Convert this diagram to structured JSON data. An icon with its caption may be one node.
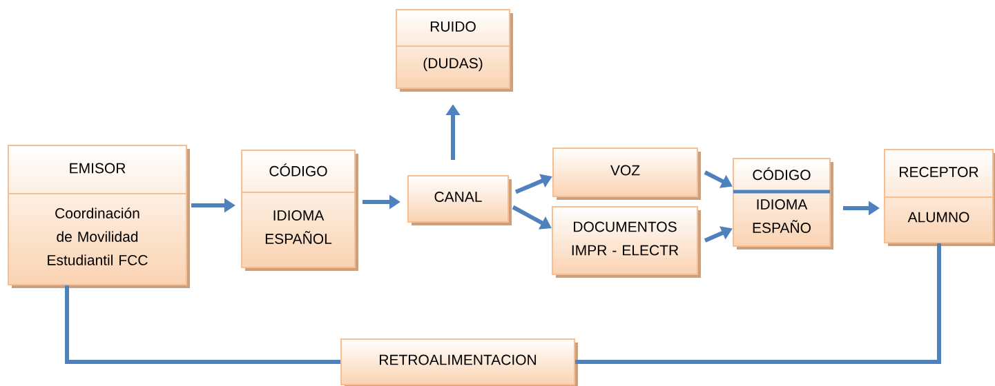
{
  "diagram": {
    "nodes": [
      {
        "text": [
          "RUIDO",
          "(DUDAS)"
        ]
      },
      {
        "text": [
          "EMISOR",
          "Coordinación de Movilidad Estudiantil FCC"
        ]
      },
      {
        "text": [
          "CÓDIGO",
          "IDIOMA ESPAÑOL"
        ]
      },
      {
        "text": [
          "CANAL"
        ]
      },
      {
        "text": [
          "VOZ"
        ]
      },
      {
        "text": [
          "DOCUMENTOS IMPR - ELECTR"
        ]
      },
      {
        "text": [
          "CÓDIGO",
          "IDIOMA ESPAÑO"
        ]
      },
      {
        "text": [
          "RECEPTOR",
          "ALUMNO"
        ]
      },
      {
        "text": [
          "RETROALIMENTACION"
        ]
      }
    ],
    "edges": [
      {
        "from": 1,
        "to": 2,
        "arrow": "to"
      },
      {
        "from": 2,
        "to": 3,
        "arrow": "to"
      },
      {
        "from": 3,
        "to": 0,
        "arrow": "to"
      },
      {
        "from": 3,
        "to": 4,
        "arrow": "to"
      },
      {
        "from": 3,
        "to": 5,
        "arrow": "to"
      },
      {
        "from": 4,
        "to": 6,
        "arrow": "to"
      },
      {
        "from": 5,
        "to": 6,
        "arrow": "to"
      },
      {
        "from": 6,
        "to": 7,
        "arrow": "to"
      },
      {
        "from": 1,
        "to": 8,
        "arrow": "none"
      },
      {
        "from": 7,
        "to": 8,
        "arrow": "none"
      }
    ]
  }
}
